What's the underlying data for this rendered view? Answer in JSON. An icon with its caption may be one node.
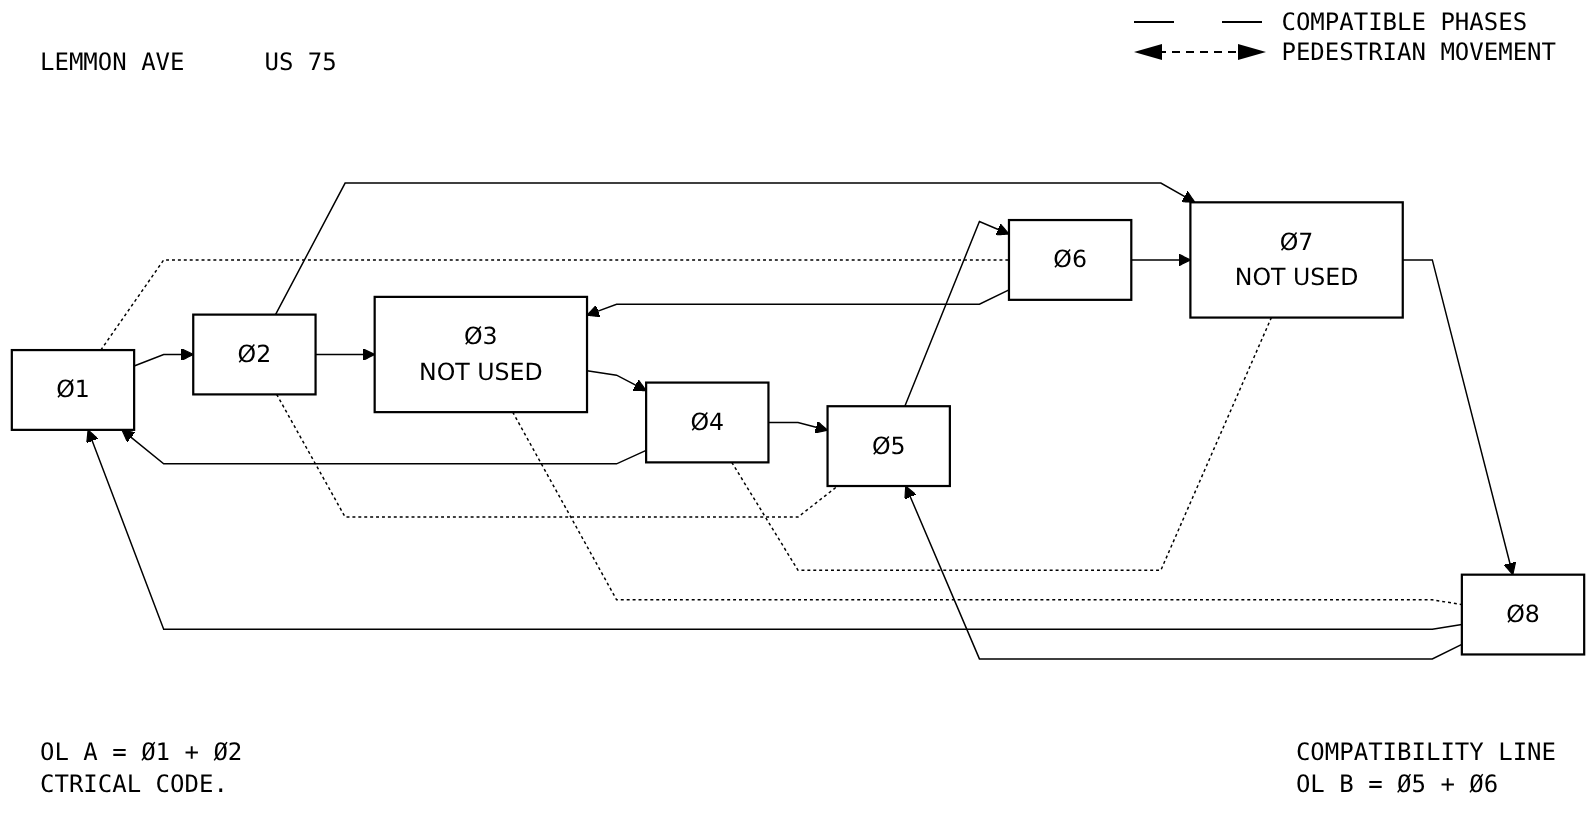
{
  "diagram": {
    "nodes": [
      {
        "text": [
          "Ø1"
        ]
      },
      {
        "text": [
          "Ø2"
        ]
      },
      {
        "text": [
          "Ø3",
          "NOT USED"
        ]
      },
      {
        "text": [
          "Ø4"
        ]
      },
      {
        "text": [
          "Ø5"
        ]
      },
      {
        "text": [
          "Ø6"
        ]
      },
      {
        "text": [
          "Ø7",
          "NOT USED"
        ]
      },
      {
        "text": [
          "Ø8"
        ]
      }
    ],
    "edges": [
      {
        "from": 0,
        "to": 1,
        "arrow": "to"
      },
      {
        "from": 2,
        "to": 3,
        "arrow": "to"
      },
      {
        "from": 4,
        "to": 5,
        "arrow": "to"
      },
      {
        "from": 6,
        "to": 7,
        "arrow": "to"
      },
      {
        "from": 1,
        "to": 2,
        "arrow": "to"
      },
      {
        "from": 1,
        "to": 6,
        "arrow": "to"
      },
      {
        "from": 5,
        "to": 2,
        "arrow": "to"
      },
      {
        "from": 5,
        "to": 6,
        "arrow": "to"
      },
      {
        "from": 3,
        "to": 0,
        "arrow": "to"
      },
      {
        "from": 3,
        "to": 4,
        "arrow": "to"
      },
      {
        "from": 7,
        "to": 0,
        "arrow": "to"
      },
      {
        "from": 7,
        "to": 4,
        "arrow": "to"
      },
      {
        "from": 0,
        "to": 5,
        "arrow": "none",
        "style": "dashed"
      },
      {
        "from": 1,
        "to": 4,
        "arrow": "none",
        "style": "dashed"
      },
      {
        "from": 2,
        "to": 7,
        "arrow": "none",
        "style": "dashed"
      },
      {
        "from": 3,
        "to": 6,
        "arrow": "none",
        "style": "dashed"
      }
    ],
    "labels": [
      "LEMMON AVE",
      "US 75",
      "OL A = Ø1 + Ø2",
      "COMPATIBILITY LINE",
      "CTRICAL CODE.",
      "OL B = Ø5 + Ø6"
    ],
    "legend": [
      {
        "text": "COMPATIBLE PHASES"
      },
      {
        "text": "PEDESTRIAN MOVEMENT"
      }
    ]
  }
}
